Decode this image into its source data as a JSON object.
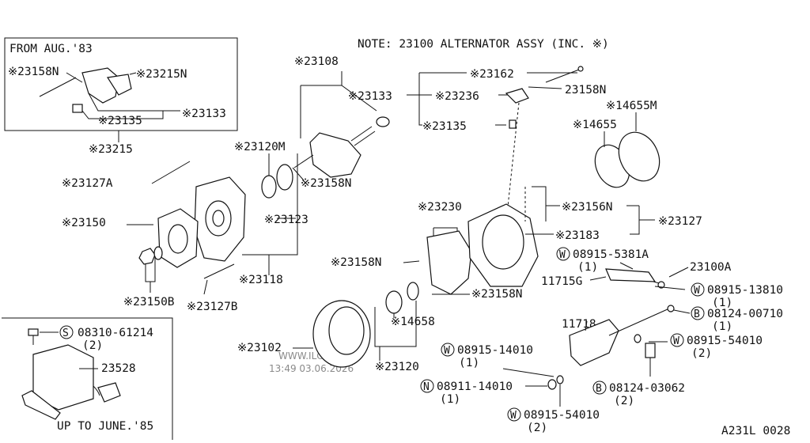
{
  "note": "NOTE: 23100 ALTERNATOR ASSY (INC. ※)",
  "figure_code": "A231L 0028",
  "inset_top": {
    "title": "FROM AUG.'83",
    "labels": {
      "p23158N": "※23158N",
      "p23215N": "※23215N",
      "p23133": "※23133",
      "p23135": "※23135"
    },
    "assy": "※23215"
  },
  "inset_bottom": {
    "title": "UP TO JUNE.'85",
    "bolt_code": "08310-61214",
    "bolt_qty": "(2)",
    "bolt_prefix": "S",
    "regulator": "23528"
  },
  "labels": {
    "p23108": "※23108",
    "p23133": "※23133",
    "p23162": "※23162",
    "p23236": "※23236",
    "p23158N_a": "23158N",
    "p23135": "※23135",
    "p14655M": "※14655M",
    "p14655": "※14655",
    "p23120M": "※23120M",
    "p23158N_b": "※23158N",
    "p23127A": "※23127A",
    "p23123": "※23123",
    "p23150": "※23150",
    "p23230": "※23230",
    "p23156N": "※23156N",
    "p23127": "※23127",
    "p23183": "※23183",
    "p23118": "※23118",
    "p23158N_c": "※23158N",
    "p23158N_d": "※23158N",
    "p23150B": "※23150B",
    "p23127B": "※23127B",
    "p14658": "※14658",
    "p23102": "※23102",
    "p23120": "※23120",
    "p23100A": "23100A",
    "p11715G": "11715G",
    "p11718": "11718"
  },
  "callouts": {
    "c1": {
      "prefix": "W",
      "code": "08915-5381A",
      "qty": "(1)"
    },
    "c2": {
      "prefix": "W",
      "code": "08915-13810",
      "qty": "(1)"
    },
    "c3": {
      "prefix": "B",
      "code": "08124-00710",
      "qty": "(1)"
    },
    "c4": {
      "prefix": "W",
      "code": "08915-54010",
      "qty": "(2)"
    },
    "c5": {
      "prefix": "W",
      "code": "08915-14010",
      "qty": "(1)"
    },
    "c6": {
      "prefix": "N",
      "code": "08911-14010",
      "qty": "(1)"
    },
    "c7": {
      "prefix": "B",
      "code": "08124-03062",
      "qty": "(2)"
    },
    "c8": {
      "prefix": "W",
      "code": "08915-54010",
      "qty": "(2)"
    }
  },
  "watermark": {
    "site": "WWW.ILCATS.RU",
    "time": "13:49 03.06.2026"
  }
}
